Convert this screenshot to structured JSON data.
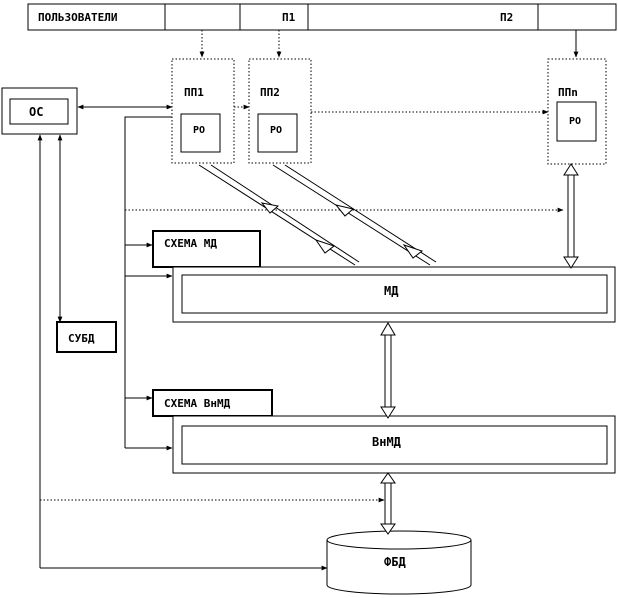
{
  "users_bar": {
    "title": "ПОЛЬЗОВАТЕЛИ",
    "p1": "П1",
    "p2": "П2"
  },
  "os_label": "ОС",
  "subd_label": "СУБД",
  "programs": [
    {
      "label": "ПП1",
      "ro": "РО"
    },
    {
      "label": "ПП2",
      "ro": "РО"
    },
    {
      "label": "ППn",
      "ro": "РО"
    }
  ],
  "schema_md_label": "СХЕМА МД",
  "md_label": "МД",
  "schema_vnmd_label": "СХЕМА ВнМД",
  "vnmd_label": "ВнМД",
  "fbd_label": "ФБД"
}
